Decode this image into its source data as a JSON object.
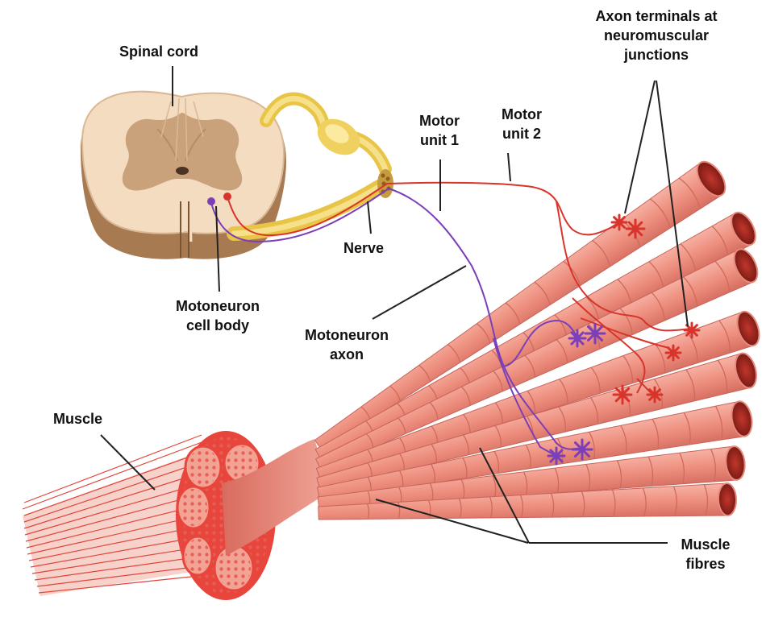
{
  "labels": {
    "spinal_cord": "Spinal cord",
    "axon_terminals": [
      "Axon terminals at",
      "neuromuscular",
      "junctions"
    ],
    "motor_unit_1": [
      "Motor",
      "unit 1"
    ],
    "motor_unit_2": [
      "Motor",
      "unit 2"
    ],
    "nerve": "Nerve",
    "motoneuron_cell_body": [
      "Motoneuron",
      "cell body"
    ],
    "motoneuron_axon": [
      "Motoneuron",
      "axon"
    ],
    "muscle": "Muscle",
    "muscle_fibres": [
      "Muscle",
      "fibres"
    ]
  },
  "colors": {
    "motor_unit_1": "#7b3fb8",
    "motor_unit_2": "#d9342b",
    "spinal_white_matter": "#f4dcc0",
    "spinal_grey_matter": "#c9a27c",
    "nerve": "#e8c547",
    "muscle_fibre": "#ee8f7f",
    "muscle_fibre_dark": "#cf6a5c",
    "muscle_tissue": "#e8453c"
  }
}
